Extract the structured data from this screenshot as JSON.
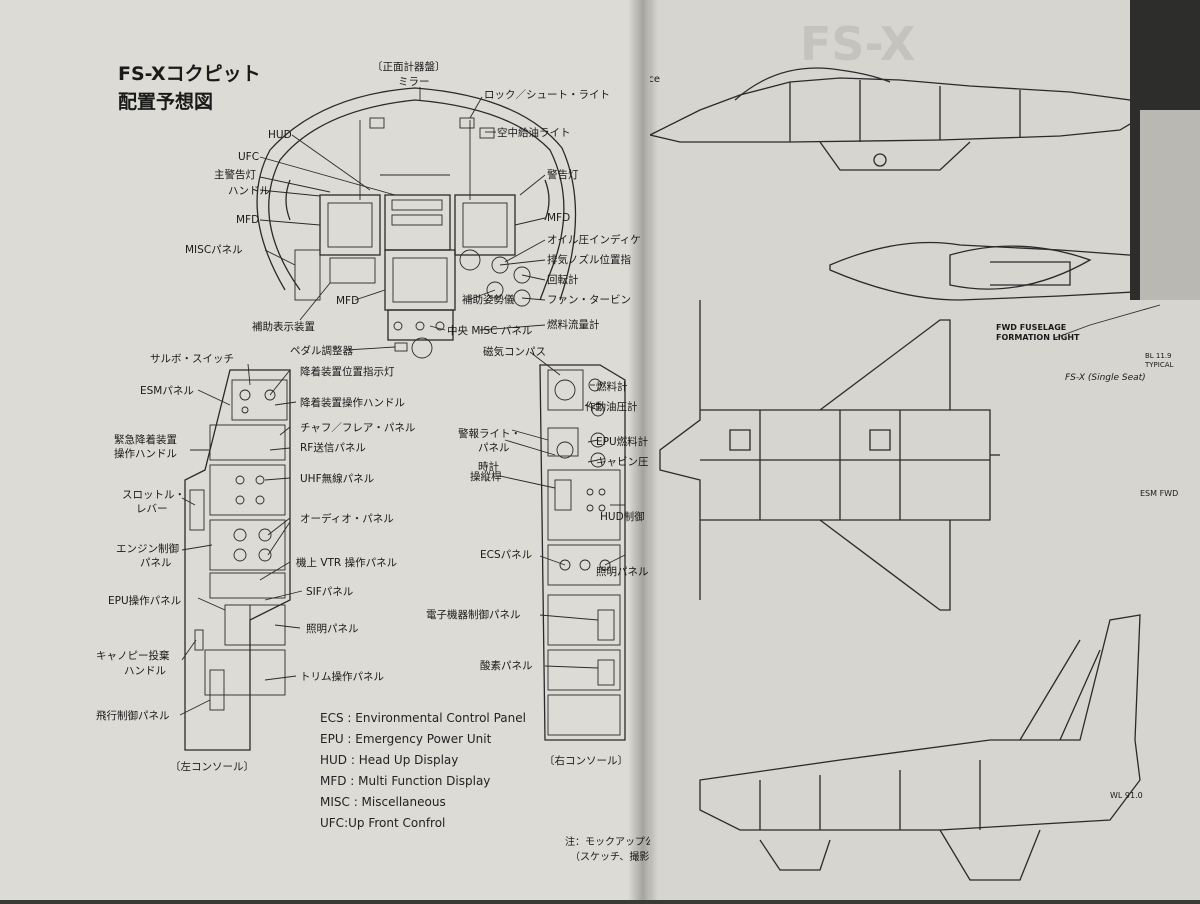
{
  "title_line1": "FS-Xコクピット",
  "title_line2": "配置予想図",
  "front_panel_caption": "〔正面計器盤〕",
  "left_console_caption": "〔左コンソール〕",
  "right_console_caption": "〔右コンソール〕",
  "front_labels": {
    "mirror": "ミラー",
    "lock_shoot": "ロック／シュート・ライト",
    "hud": "HUD",
    "aar_light": "空中給油ライト",
    "ufc": "UFC",
    "master_caution": "主警告灯",
    "handle": "ハンドル",
    "warning_light": "警告灯",
    "mfd_left": "MFD",
    "mfd_right": "MFD",
    "misc_panel": "MISCパネル",
    "oil_indicator": "オイル圧インディケ",
    "exhaust": "排気ノズル位置指",
    "tachometer": "回転計",
    "mfd_bottom": "MFD",
    "standby_attitude": "補助姿勢儀",
    "fan_turbine": "ファン・タービン",
    "aux_display": "補助表示装置",
    "center_misc": "中央 MISC パネル",
    "fuel_flow": "燃料流量計",
    "pedal": "ペダル調整器"
  },
  "left_labels": {
    "salvo": "サルボ・スイッチ",
    "gear_indicator": "降着装置位置指示灯",
    "gear_handle": "降着装置操作ハンドル",
    "esm": "ESMパネル",
    "emergency_gear_1": "緊急降着装置",
    "emergency_gear_2": "操作ハンドル",
    "chaff": "チャフ／フレア・パネル",
    "rf": "RF送信パネル",
    "uhf": "UHF無線パネル",
    "throttle_1": "スロットル・",
    "throttle_2": "レバー",
    "audio": "オーディオ・パネル",
    "engine_1": "エンジン制御",
    "engine_2": "パネル",
    "vtr": "機上 VTR 操作パネル",
    "sif": "SIFパネル",
    "epu": "EPU操作パネル",
    "lighting": "照明パネル",
    "canopy_1": "キャノピー投棄",
    "canopy_2": "ハンドル",
    "trim": "トリム操作パネル",
    "flight_control": "飛行制御パネル"
  },
  "right_labels": {
    "compass": "磁気コンパス",
    "fuel_gauge": "燃料計",
    "hyd_pressure": "作動油圧計",
    "warning_panel_1": "警報ライト・",
    "warning_panel_2": "パネル",
    "clock": "時計",
    "epu_fuel": "EPU燃料計",
    "cabin_pressure": "キャビン圧",
    "stick": "操縦桿",
    "hud_control": "HUD制御",
    "ecs": "ECSパネル",
    "ext_lighting": "照明パネル",
    "avionics": "電子機器制御パネル",
    "oxygen": "酸素パネル"
  },
  "legend": [
    "ECS : Environmental Control Panel",
    "EPU : Emergency Power Unit",
    "HUD : Head Up Display",
    "MFD : Multi Function Display",
    "MISC : Miscellaneous",
    "UFC:Up Front Confrol"
  ],
  "note_line1": "注：モックアップ公開時の取材",
  "note_line2": "（スケッチ、撮影は許されず",
  "right_page": {
    "top_fragment": "FS-X",
    "fwd_1": "FWD FUSELAGE",
    "fwd_2": "FORMATION LIGHT",
    "bl": "BL 11.9",
    "bl2": "TYPICAL",
    "fsx_single": "FS-X (Single Seat)",
    "esm_fwd": "ESM FWD",
    "wl": "WL 91.0",
    "edge_fragment": "nce"
  },
  "colors": {
    "paper": "#dcdbd5",
    "ink": "#2a2a2a",
    "background": "#3a3a38"
  }
}
